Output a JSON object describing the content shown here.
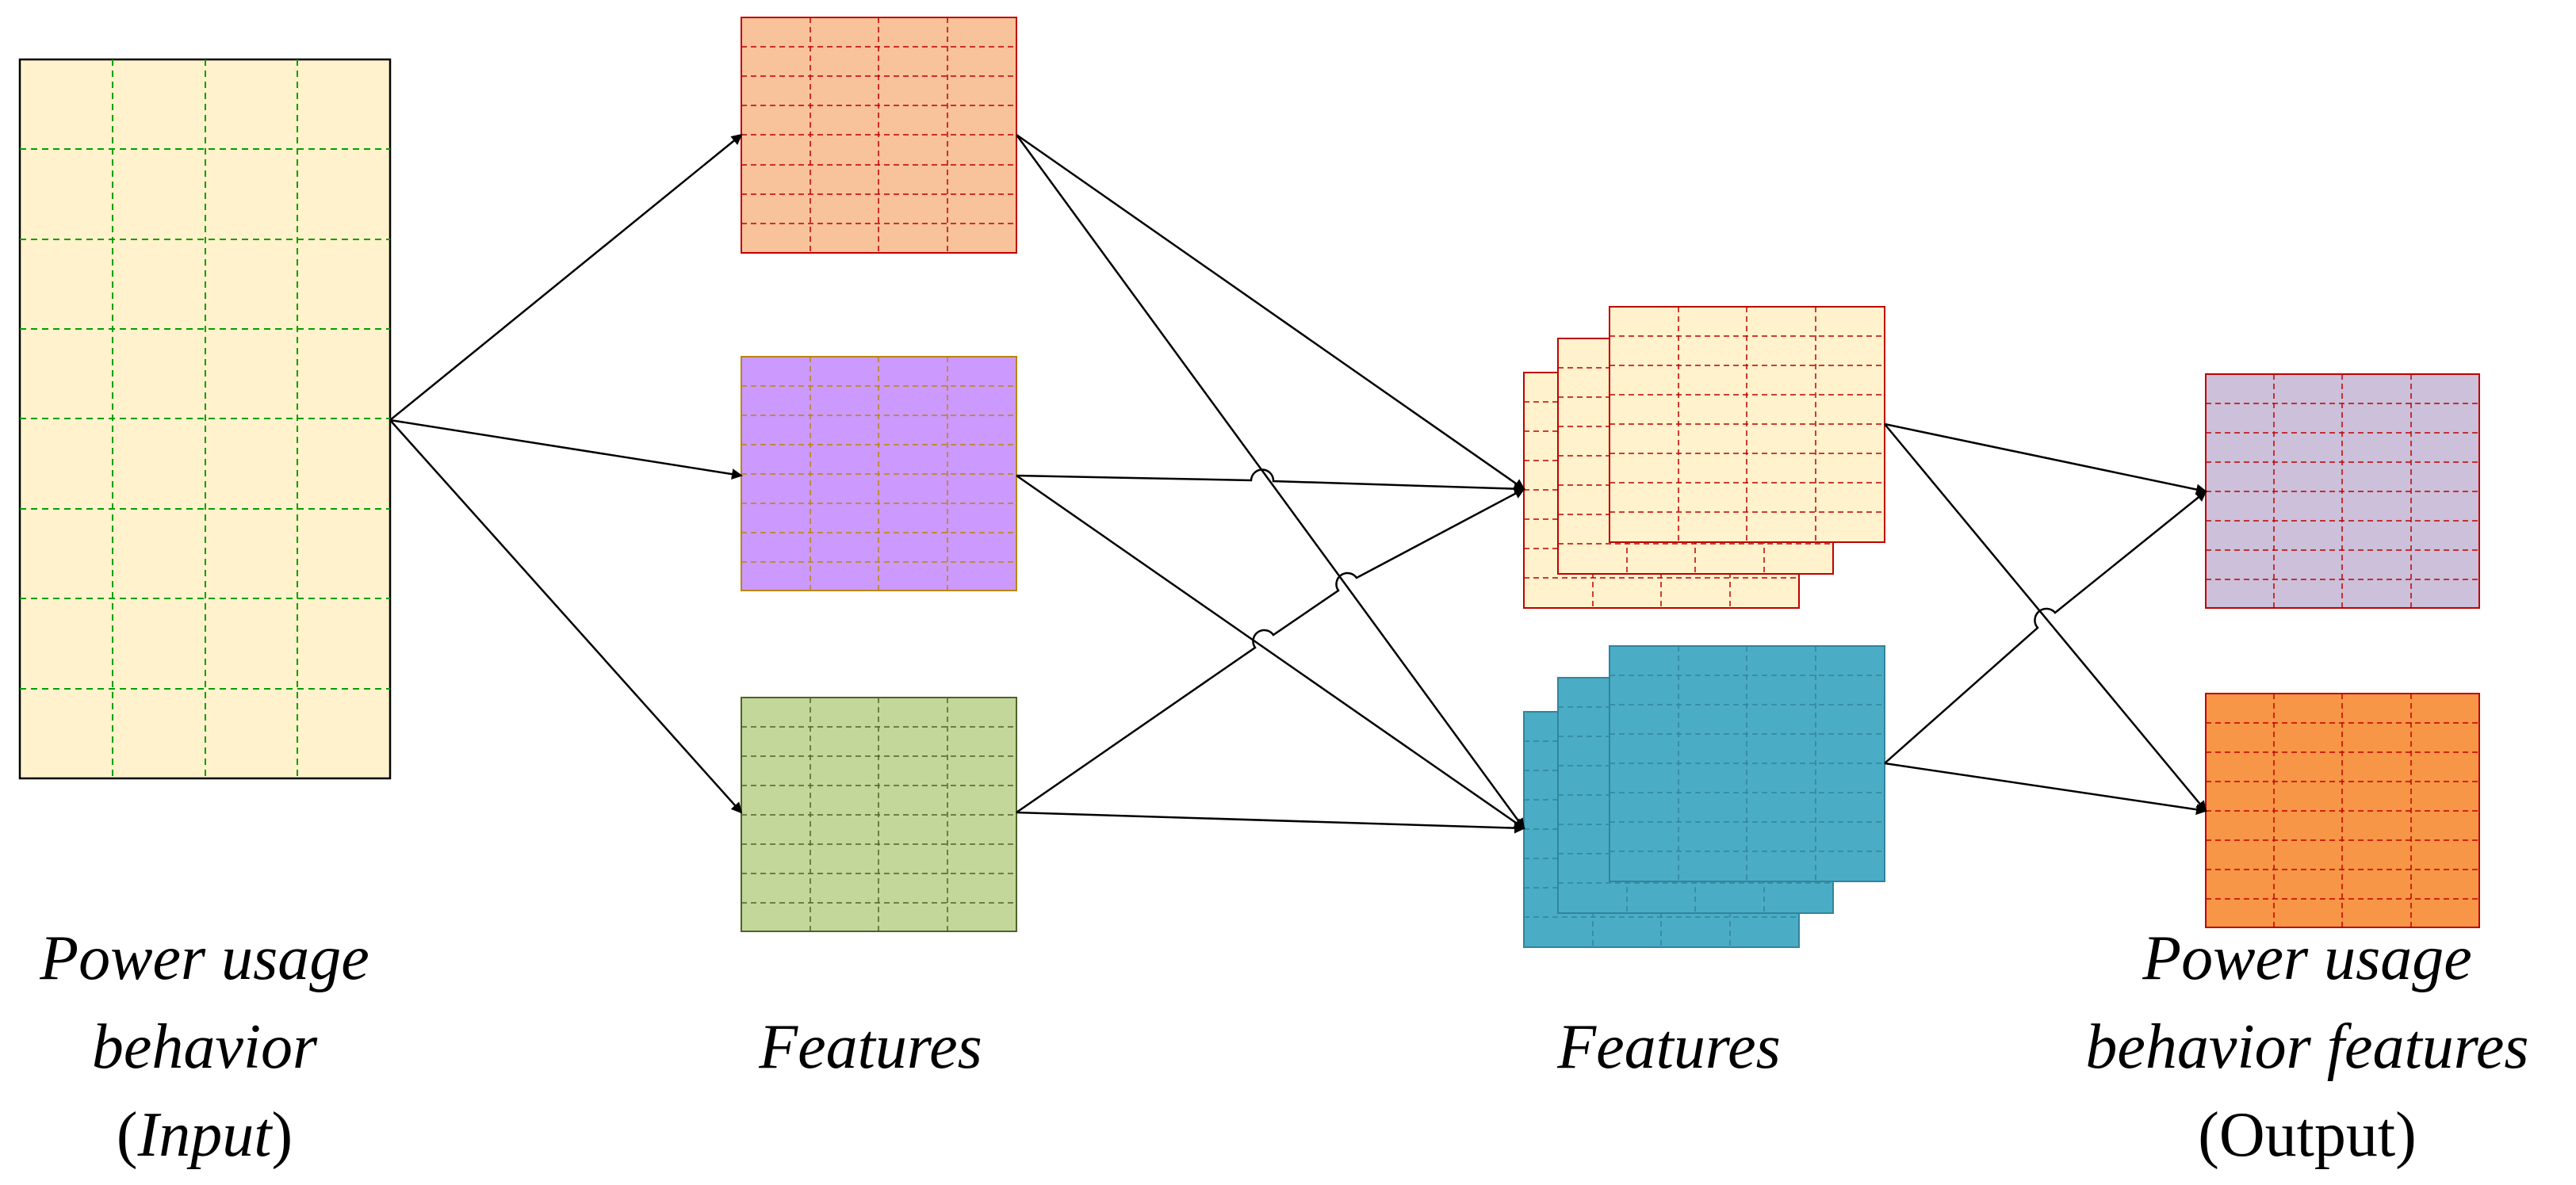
{
  "labels": {
    "input_line1": "Power usage",
    "input_line2": "behavior",
    "input_line3_open": "(",
    "input_line3_word": "Input",
    "input_line3_close": ")",
    "features_1": "Features",
    "features_2": "Features",
    "output_line1": "Power usage",
    "output_line2": "behavior features",
    "output_line3": "(Output)"
  },
  "colors": {
    "input_fill": "#FFF2CC",
    "input_grid": "#00A000",
    "feature_top_fill": "#F8C29A",
    "feature_mid_fill": "#CC99FF",
    "feature_bot_fill": "#C4D79B",
    "stack_top_fill": "#FFF2CC",
    "stack_bot_fill": "#4BACC6",
    "output_top_fill": "#CCC0DA",
    "output_bot_fill": "#F79646",
    "block_grid": "#C00000",
    "arrow": "#000000"
  }
}
